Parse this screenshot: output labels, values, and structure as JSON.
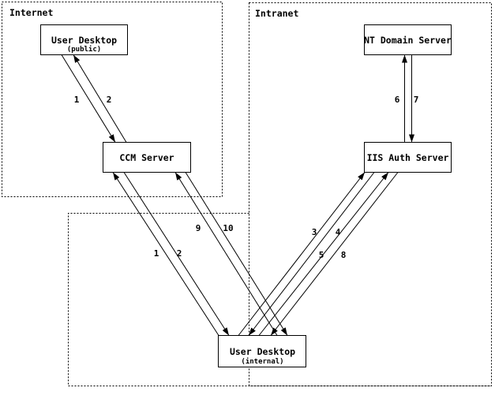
{
  "colors": {
    "ink": "#000000",
    "paper": "#ffffff"
  },
  "zones": {
    "internet": {
      "label": "Internet"
    },
    "intranet": {
      "label": "Intranet"
    }
  },
  "nodes": {
    "user_desktop_public": {
      "title": "User Desktop",
      "subtitle": "(public)"
    },
    "ccm_server": {
      "title": "CCM Server"
    },
    "nt_domain_server": {
      "title": "NT Domain Server"
    },
    "iis_auth_server": {
      "title": "IIS Auth Server"
    },
    "user_desktop_internal": {
      "title": "User Desktop",
      "subtitle": "(internal)"
    }
  },
  "flow_labels": {
    "public_to_ccm": "1",
    "ccm_to_public": "2",
    "internal_to_ccm": "1",
    "ccm_to_internal": "2",
    "internal_to_iis_a": "3",
    "iis_to_internal_a": "4",
    "internal_to_iis_b": "5",
    "iis_to_internal_b": "8",
    "iis_to_nt": "6",
    "nt_to_iis": "7",
    "internal_to_ccm_b": "9",
    "ccm_to_internal_b": "10"
  }
}
